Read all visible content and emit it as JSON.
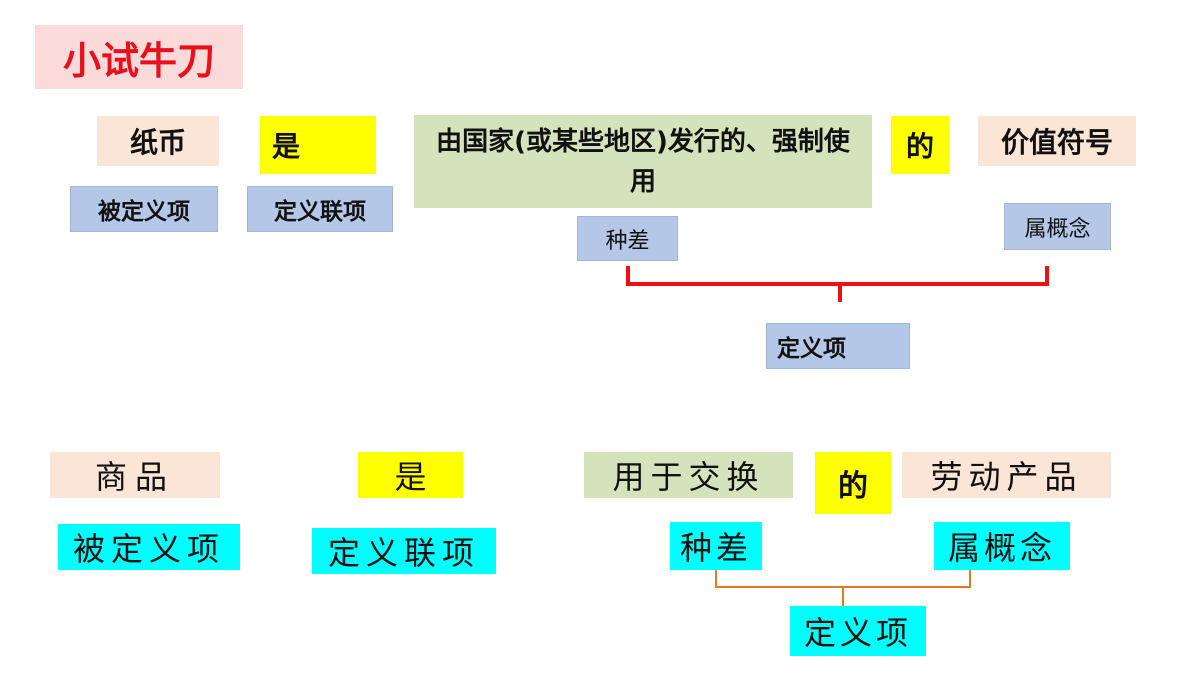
{
  "title": "小试牛刀",
  "example1": {
    "term": "纸币",
    "copula": "是",
    "differentia": "由国家(或某些地区)发行的、强制使用",
    "particle": "的",
    "genus": "价值符号",
    "label_term": "被定义项",
    "label_copula": "定义联项",
    "label_differentia": "种差",
    "label_genus": "属概念",
    "label_definiens": "定义项",
    "bracket_color": "#ee1111"
  },
  "example2": {
    "term": "商品",
    "copula": "是",
    "differentia": "用于交换",
    "particle": "的",
    "genus": "劳动产品",
    "label_term": "被定义项",
    "label_copula": "定义联项",
    "label_differentia": "种差",
    "label_genus": "属概念",
    "label_definiens": "定义项",
    "bracket_color": "#e07a20"
  }
}
